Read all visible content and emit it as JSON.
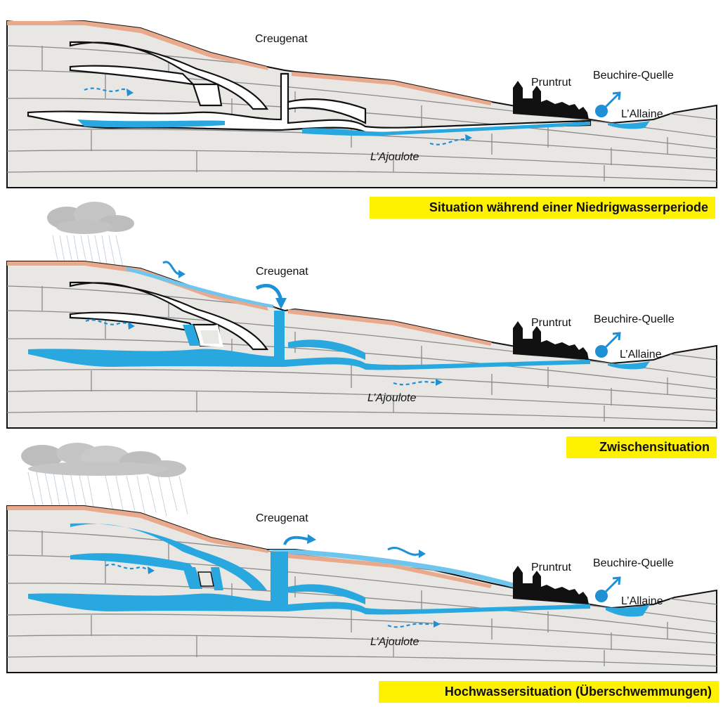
{
  "panels": [
    {
      "id": "low",
      "caption": "Situation während einer Niedrigwasserperiode",
      "labels": {
        "cave": "Creugenat",
        "town": "Pruntrut",
        "spring": "Beuchire-Quelle",
        "river": "L’Allaine",
        "stream": "L’Ajoulote"
      }
    },
    {
      "id": "mid",
      "caption": "Zwischensituation",
      "labels": {
        "cave": "Creugenat",
        "town": "Pruntrut",
        "spring": "Beuchire-Quelle",
        "river": "L’Allaine",
        "stream": "L’Ajoulote"
      }
    },
    {
      "id": "high",
      "caption": "Hochwassersituation (Überschwemmungen)",
      "labels": {
        "cave": "Creugenat",
        "town": "Pruntrut",
        "spring": "Beuchire-Quelle",
        "river": "L’Allaine",
        "stream": "L’Ajoulote"
      }
    }
  ],
  "colors": {
    "water": "#29a8e0",
    "rock": "#e9e7e4",
    "soil": "#e8a98c",
    "town": "#111111",
    "caption_bg": "#fff200",
    "cloud": "#bdbdbd"
  },
  "icons": [
    "rain-cloud-icon",
    "flow-arrow-icon",
    "spring-icon",
    "town-silhouette-icon"
  ]
}
